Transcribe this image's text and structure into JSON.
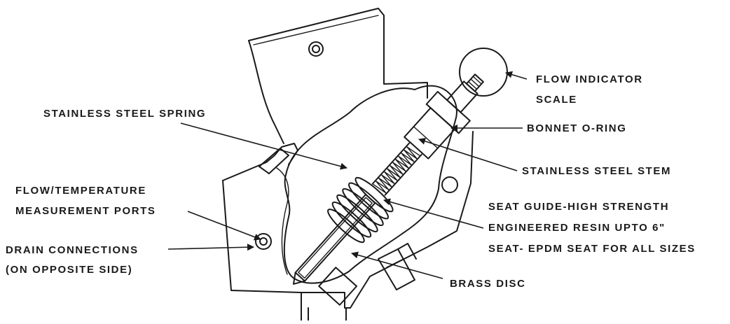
{
  "labels": {
    "flow_indicator_1": "FLOW INDICATOR",
    "flow_indicator_2": "SCALE",
    "stainless_spring": "STAINLESS STEEL SPRING",
    "bonnet_oring": "BONNET O-RING",
    "stainless_stem": "STAINLESS STEEL STEM",
    "flow_temp_1": "FLOW/TEMPERATURE",
    "flow_temp_2": "MEASUREMENT PORTS",
    "seat_guide_1": "SEAT GUIDE-HIGH STRENGTH",
    "seat_guide_2": "ENGINEERED RESIN UPTO 6\"",
    "seat_guide_3": "SEAT- EPDM SEAT FOR ALL SIZES",
    "drain_1": "DRAIN CONNECTIONS",
    "drain_2": "(ON OPPOSITE SIDE)",
    "brass_disc": "BRASS DISC"
  },
  "colors": {
    "ink": "#1a1a1a",
    "background": "#ffffff"
  }
}
